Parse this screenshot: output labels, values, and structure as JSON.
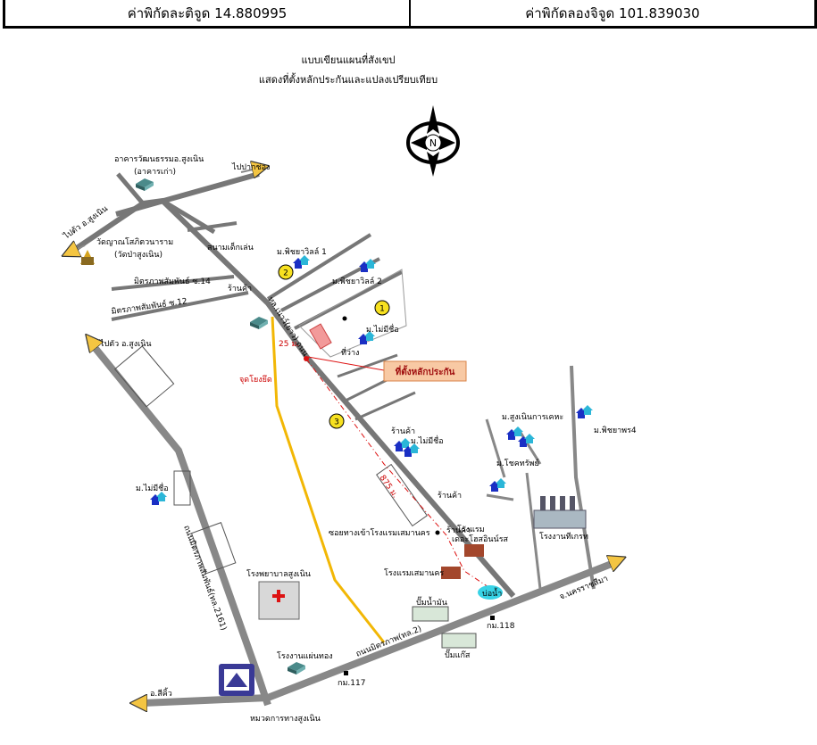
{
  "coords": {
    "lat_label": "ค่าพิกัดละติจูด 14.880995",
    "lon_label": "ค่าพิกัดลองจิจูด 101.839030"
  },
  "title": {
    "line1": "แบบเขียนแผนที่สังเขป",
    "line2": "แสดงที่ตั้งหลักประกันและแปลงเปรียบเทียบ"
  },
  "map": {
    "north": "N",
    "callout": "ที่ตั้งหลักประกัน",
    "markers": [
      "1",
      "2",
      "3"
    ],
    "labels": {
      "culture_building": "อาคารวัฒนธรรมอ.สูงเนิน",
      "culture_building_sub": "(อาคารเก่า)",
      "to_pakchong": "ไปปากช่อง",
      "to_sungnoen": "ไปตัว อ.สูงเนิน",
      "temple": "วัดญาณโสภิตวนาราม",
      "temple_sub": "(วัดป่าสูงเนิน)",
      "field": "สนามเด็กเล่น",
      "mittraphap14": "มิตรภาพสัมพันธ์ ซ.14",
      "mittraphap12": "มิตรภาพสัมพันธ์ ซ.12",
      "shop1": "ร้านค้า",
      "village_pichaya1": "ม.พิชยาวิลล์ 1",
      "village_pichaya2": "ม.พิชยาวิลล์ 2",
      "road_main": "ทล.เนาว์(ยาว) ถนน",
      "village_noname1": "ม.ไม่มีชื่อ",
      "vacant": "ที่ว่าง",
      "dist_25": "25 ม.",
      "junction": "จุดโยงยึด",
      "to_sungnoen2": "ไปตัว อ.สูงเนิน",
      "shop2": "ร้านค้า",
      "village_noname2": "ม.ไม่มีชื่อ",
      "village_baan": "ม.สูงเนินการเคหะ",
      "village_pichaya4": "ม.พิชยาพร4",
      "village_kok": "ม.โชคทรัพย์",
      "dist_875": "875 ม.",
      "shop3": "ร้านค้า",
      "factory": "โรงงานทีเกรท",
      "village_noname3": "ม.ไม่มีชื่อ",
      "soi_hotel": "ซอยทางเข้าโรงแรมเสมานคร",
      "shop4": "ร้านค้า",
      "hotel1": "โรงแรม",
      "hotel1_sub": "เดอะโฮสอินน์รส",
      "road_2161": "ถนนมิตรภาพสัมพันธ์(ทล.2161)",
      "hospital": "โรงพยาบาลสูงเนิน",
      "hotel2": "โรงแรมเสมานคร",
      "pond": "บ่อน้ำ",
      "gas1": "ปั๊มน้ำมัน",
      "km118": "กม.118",
      "to_nakhon": "จ.นครราชสีมา",
      "road_mittraphap": "ถนนมิตรภาพ(ทล.2)",
      "gas2": "ปั๊มแก๊ส",
      "factory2": "โรงงานแผ่นทอง",
      "km117": "กม.117",
      "to_sikhio": "อ.สีคิ้ว",
      "highway_office": "หมวดการทางสูงเนิน"
    }
  }
}
